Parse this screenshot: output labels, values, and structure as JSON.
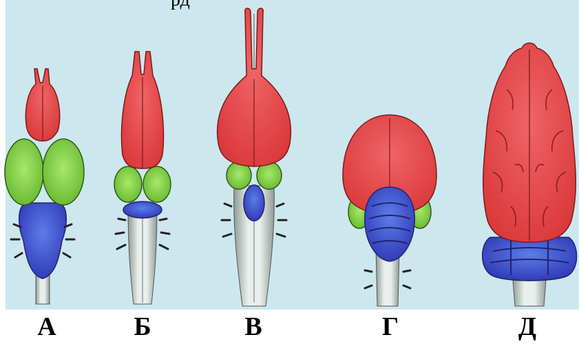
{
  "header_fragment": "рд",
  "labels": [
    "А",
    "Б",
    "В",
    "Г",
    "Д"
  ],
  "colors": {
    "background": "#cde7ee",
    "forebrain": "#e8484a",
    "midbrain": "#7ed23e",
    "hindbrain": "#3c46c8",
    "spinal_cord": "#c9d3cf",
    "outline": "#2a2a2a"
  }
}
